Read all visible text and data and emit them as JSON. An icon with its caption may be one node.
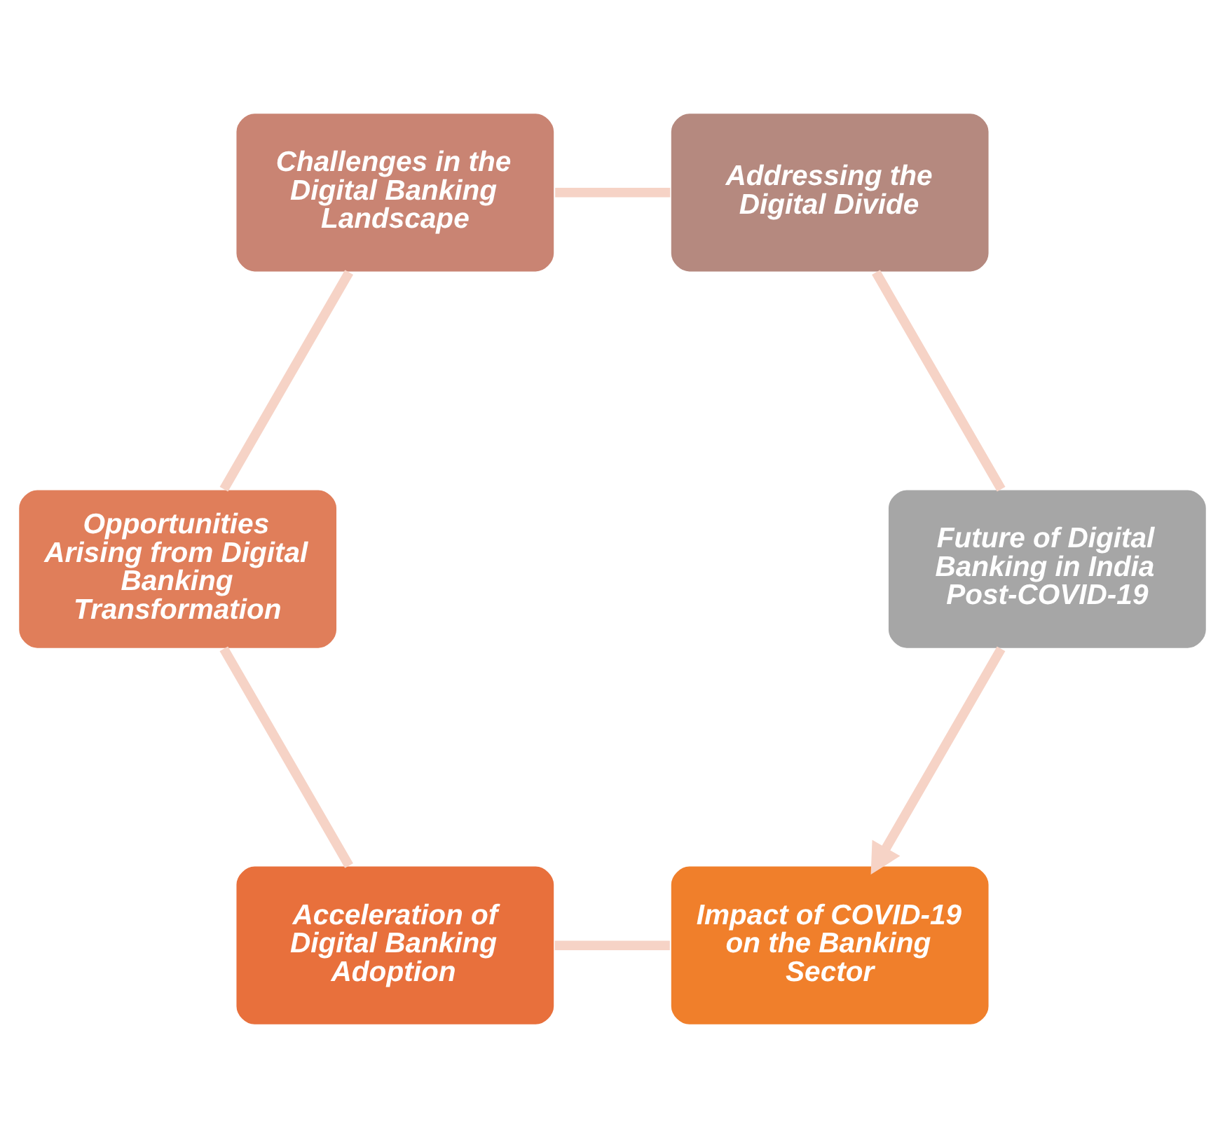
{
  "diagram": {
    "nodes": [
      {
        "text": [
          "Impact of COVID-19 on the Banking Sector"
        ]
      },
      {
        "text": [
          "Acceleration of Digital Banking Adoption"
        ]
      },
      {
        "text": [
          "Opportunities Arising from Digital Banking Transformation"
        ]
      },
      {
        "text": [
          "Challenges in the Digital Banking Landscape"
        ]
      },
      {
        "text": [
          "Addressing the Digital Divide"
        ]
      },
      {
        "text": [
          "Future of Digital Banking in India Post-COVID-19"
        ]
      }
    ],
    "edges": [
      {
        "from": 0,
        "to": 1,
        "arrow": "none"
      },
      {
        "from": 1,
        "to": 2,
        "arrow": "none"
      },
      {
        "from": 2,
        "to": 3,
        "arrow": "none"
      },
      {
        "from": 3,
        "to": 4,
        "arrow": "none"
      },
      {
        "from": 4,
        "to": 5,
        "arrow": "none"
      },
      {
        "from": 5,
        "to": 0,
        "arrow": "to"
      }
    ]
  }
}
